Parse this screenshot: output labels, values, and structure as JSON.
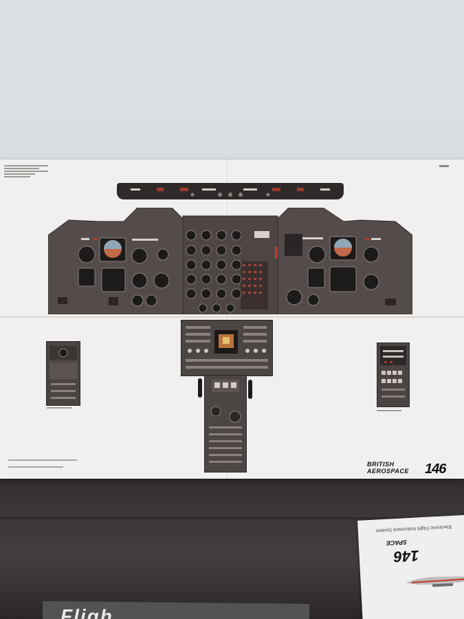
{
  "poster": {
    "brand_line1": "BRITISH",
    "brand_line2": "AEROSPACE",
    "brand_model": "146"
  },
  "booklet": {
    "brand_partial": "SPACE",
    "model": "146",
    "subtitle_partial": "Electronic Flight Instrument System"
  },
  "magazine": {
    "masthead_partial": "Fligh"
  }
}
